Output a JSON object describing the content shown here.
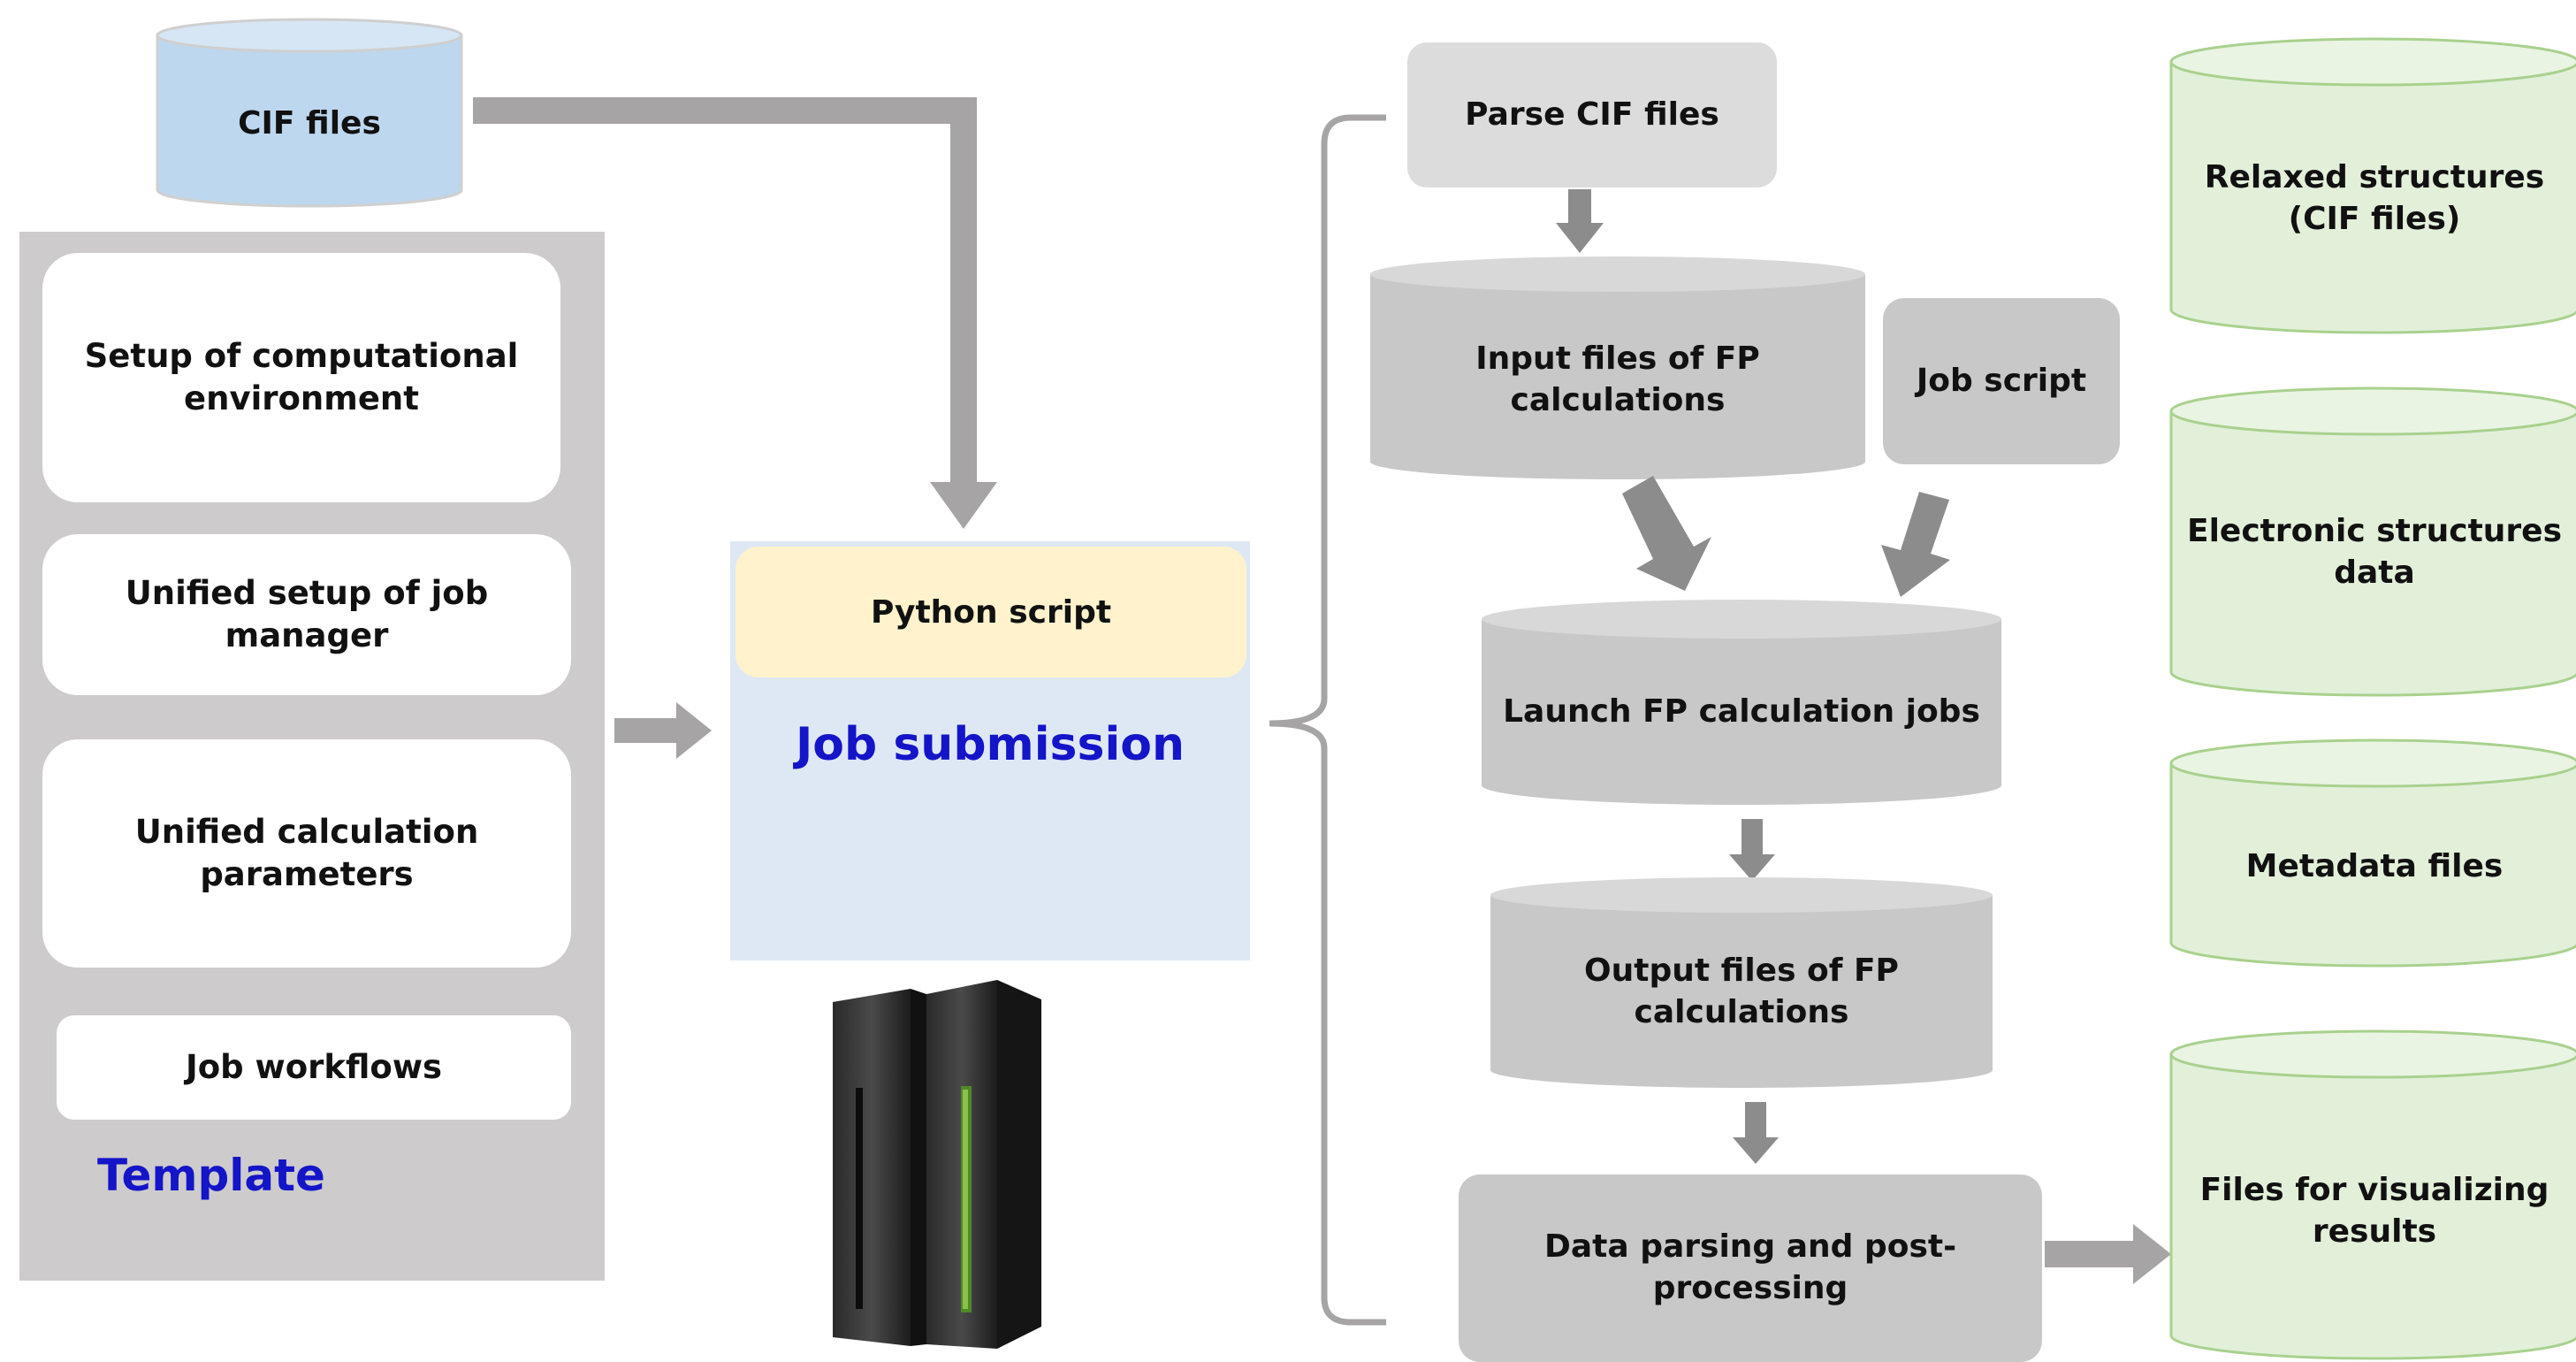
{
  "colors": {
    "panel_gray": "#cdcbcc",
    "node_gray": "#c8c8c8",
    "node_gray_top": "#dcdcdc",
    "arrow_gray": "#a6a4a5",
    "cif_blue": "#bdd7ee",
    "job_blue": "#dee8f4",
    "python_yellow": "#fff2cc",
    "output_green": "#e2f0d9",
    "output_green_stroke": "#a9d18e",
    "title_blue": "#1414c8"
  },
  "inputs": {
    "cif_files": "CIF files"
  },
  "template": {
    "title": "Template",
    "items": [
      "Setup of computational\nenvironment",
      "Unified setup of job manager",
      "Unified  calculation parameters",
      "Job workflows"
    ]
  },
  "submission": {
    "python_script": "Python script",
    "title": "Job submission",
    "server_icon": "server-rack-icon"
  },
  "workflow": {
    "parse": "Parse CIF files",
    "input_files": "Input files of FP calculations",
    "job_script": "Job script",
    "launch": "Launch FP calculation jobs",
    "output_files": "Output files of FP calculations",
    "post_processing": "Data parsing and post-processing"
  },
  "outputs": [
    "Relaxed structures\n(CIF files)",
    "Electronic structures\ndata",
    "Metadata files",
    "Files for visualizing\nresults"
  ]
}
